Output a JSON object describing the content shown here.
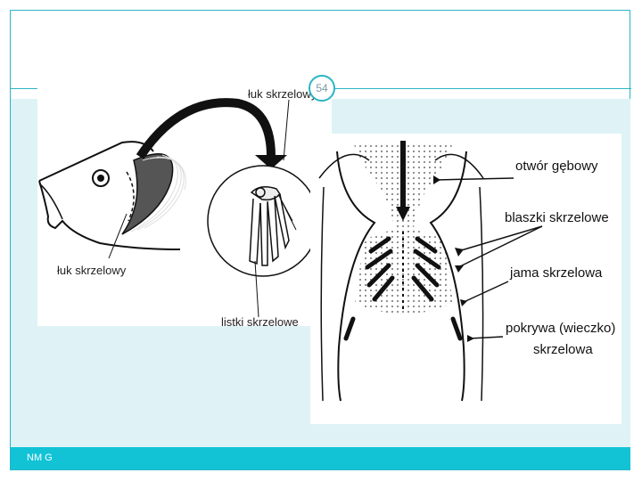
{
  "slide": {
    "page_number": "54",
    "footer": "NM G",
    "accent_color": "#2bb5c4",
    "footer_color": "#12c3d6",
    "content_bg_color": "#dff3f6"
  },
  "left_diagram": {
    "label_top": "łuk skrzelowy",
    "label_left": "łuk skrzelowy",
    "label_bottom": "listki skrzelowe"
  },
  "right_diagram": {
    "labels": [
      "otwór gębowy",
      "blaszki skrzelowe",
      "jama skrzelowa",
      "pokrywa (wieczko)",
      "skrzelowa"
    ]
  }
}
